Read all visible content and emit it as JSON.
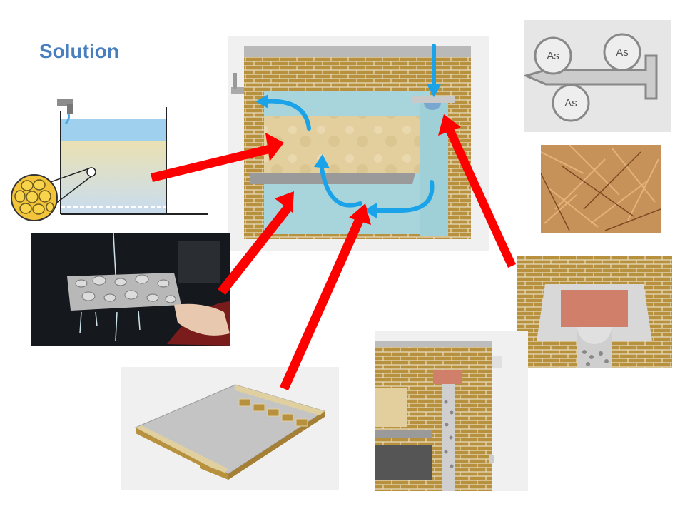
{
  "slide": {
    "title": "Solution"
  },
  "arsenic_diagram": {
    "labels": [
      "As",
      "As",
      "As"
    ]
  },
  "colors": {
    "title": "#4a7fbf",
    "arrow_red": "#ff0000",
    "flow_blue": "#1aa3e8",
    "brick": "#b8913e",
    "water": "#a8d4dc",
    "sand": "#e0cfa6"
  },
  "icons": {
    "flow": "curved-arrow-icon",
    "connector": "red-arrow-icon"
  }
}
